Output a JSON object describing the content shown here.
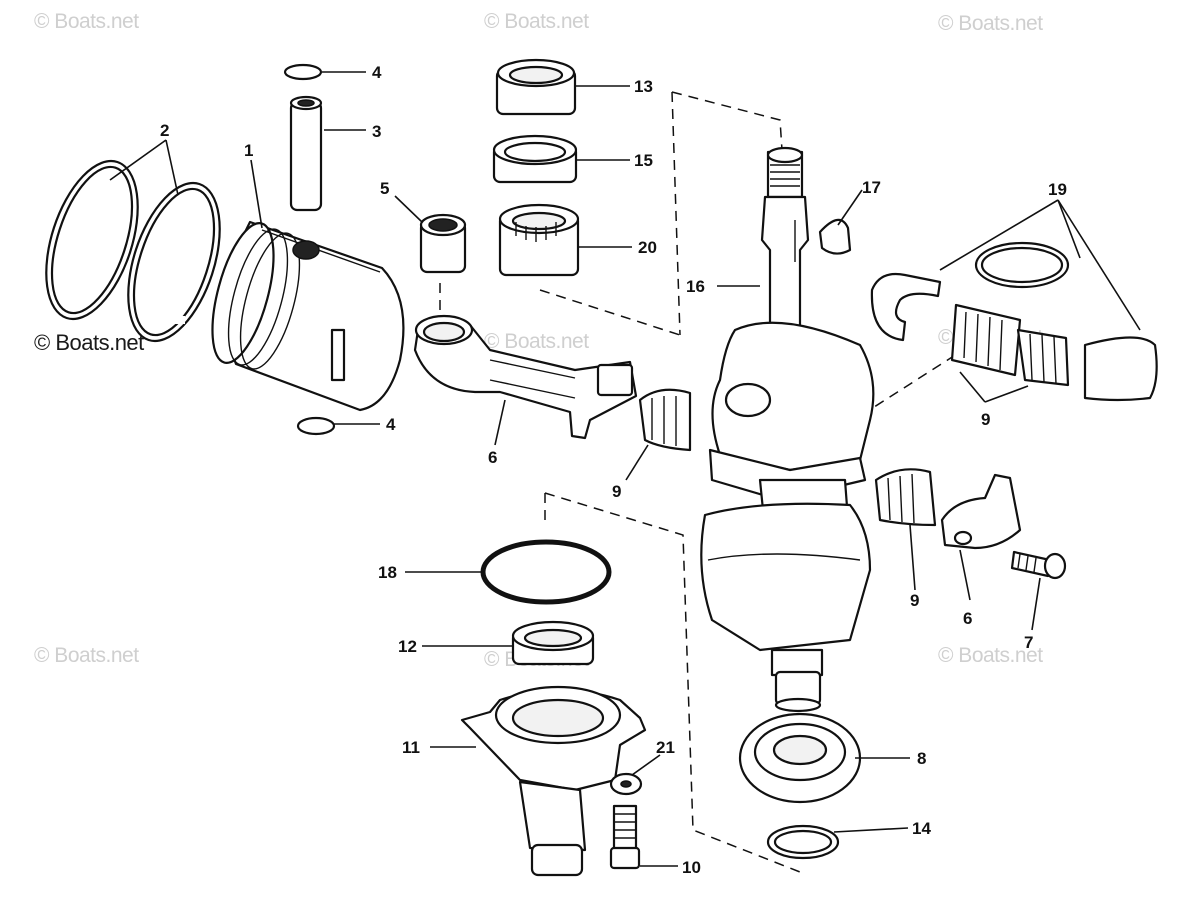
{
  "watermarks": [
    "© Boats.net",
    "© Boats.net",
    "© Boats.net",
    "© Boats.net",
    "© Boats.net",
    "© Boats.net",
    "© Boats.net",
    "© Boats.net",
    "© Boats.net"
  ],
  "callouts": {
    "c1": "1",
    "c2": "2",
    "c3": "3",
    "c4a": "4",
    "c4b": "4",
    "c5": "5",
    "c6a": "6",
    "c6b": "6",
    "c7": "7",
    "c8": "8",
    "c9a": "9",
    "c9b": "9",
    "c9c": "9",
    "c10": "10",
    "c11": "11",
    "c12": "12",
    "c13": "13",
    "c14": "14",
    "c15": "15",
    "c16": "16",
    "c17": "17",
    "c18": "18",
    "c19": "19",
    "c20": "20",
    "c21": "21"
  }
}
